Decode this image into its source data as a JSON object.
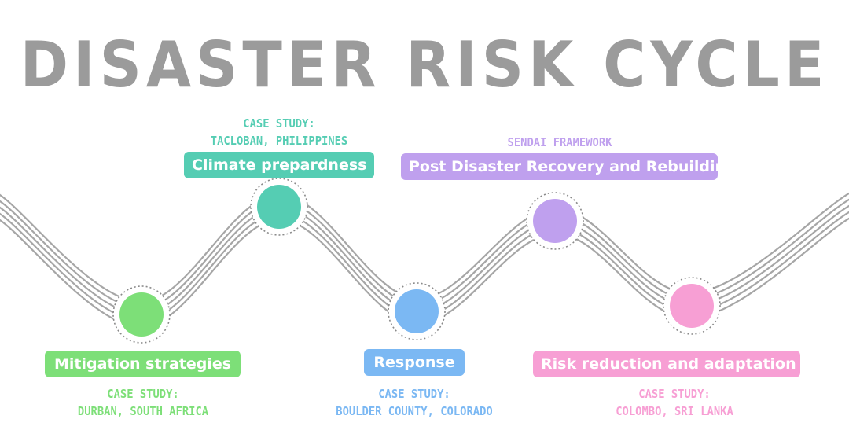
{
  "title": "DISASTER RISK CYCLE",
  "colors": {
    "wave": "#a6a6a6",
    "teal": "#55cdb3",
    "green": "#7ddf78",
    "blue": "#7bb8f3",
    "purple": "#bfa0ee",
    "pink": "#f79fd4",
    "title": "#9b9b9b"
  },
  "stages": [
    {
      "id": "mitigation",
      "label": "Mitigation strategies",
      "caption": [
        "CASE STUDY:",
        "DURBAN, SOUTH AFRICA"
      ],
      "color": "green"
    },
    {
      "id": "climate",
      "label": "Climate prepardness",
      "caption": [
        "CASE STUDY:",
        "TACLOBAN, PHILIPPINES"
      ],
      "color": "teal"
    },
    {
      "id": "response",
      "label": "Response",
      "caption": [
        "CASE STUDY:",
        "BOULDER COUNTY, COLORADO"
      ],
      "color": "blue"
    },
    {
      "id": "recovery",
      "label": "Post Disaster Recovery and Rebuilding",
      "caption": [
        "SENDAI FRAMEWORK"
      ],
      "color": "purple"
    },
    {
      "id": "risk",
      "label": "Risk reduction and adaptation",
      "caption": [
        "CASE STUDY:",
        "COLOMBO, SRI LANKA"
      ],
      "color": "pink"
    }
  ]
}
